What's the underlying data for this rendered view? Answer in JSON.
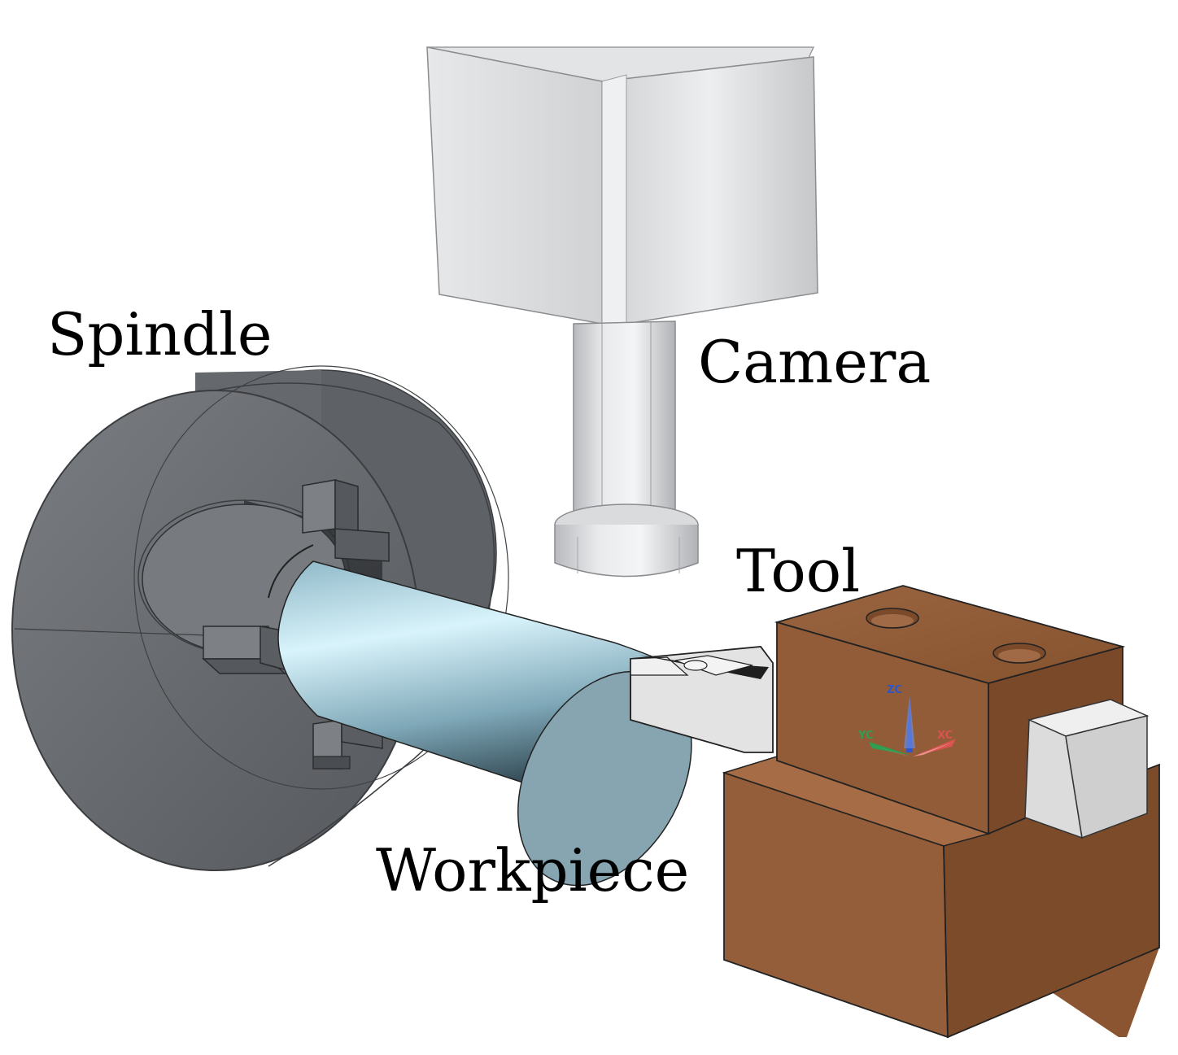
{
  "labels": {
    "spindle": "Spindle",
    "camera": "Camera",
    "tool": "Tool",
    "workpiece": "Workpiece"
  },
  "triad": {
    "zc": "ZC",
    "yc": "YC",
    "xc": "XC"
  },
  "colors": {
    "spindle": "#6b6e72",
    "camera": "#d9dbdd",
    "workpiece": "#a9d4e0",
    "tool_holder": "#8f5a38",
    "insert": "#e6e6e6",
    "axis_z": "#2f56c8",
    "axis_y": "#2e9e52",
    "axis_x": "#d9534f"
  }
}
